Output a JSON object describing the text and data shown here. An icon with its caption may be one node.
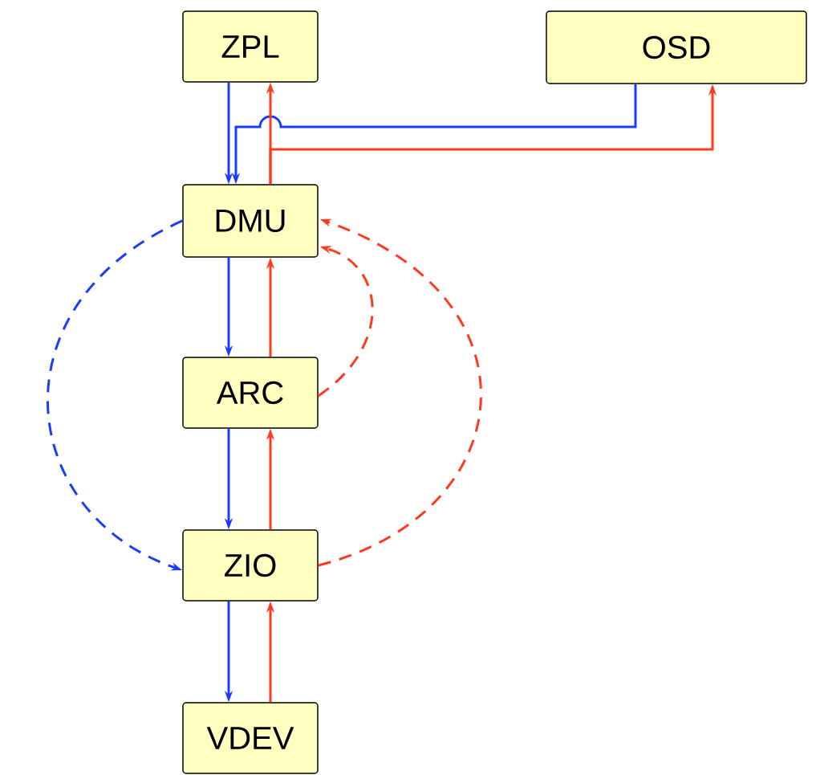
{
  "diagram": {
    "nodes": [
      {
        "text": [
          "ZPL"
        ]
      },
      {
        "text": [
          "OSD"
        ]
      },
      {
        "text": [
          "DMU"
        ]
      },
      {
        "text": [
          "ARC"
        ]
      },
      {
        "text": [
          "ZIO"
        ]
      },
      {
        "text": [
          "VDEV"
        ]
      }
    ],
    "edges": [
      {
        "from": 0,
        "to": 2,
        "arrow": "to",
        "color": "#1a3cff"
      },
      {
        "from": 1,
        "to": 2,
        "arrow": "to",
        "color": "#1a3cff"
      },
      {
        "from": 2,
        "to": 0,
        "arrow": "to",
        "color": "#ff3a1e"
      },
      {
        "from": 2,
        "to": 1,
        "arrow": "to",
        "color": "#ff3a1e"
      },
      {
        "from": 2,
        "to": 3,
        "arrow": "to",
        "color": "#1a3cff"
      },
      {
        "from": 3,
        "to": 2,
        "arrow": "to",
        "color": "#ff3a1e"
      },
      {
        "from": 2,
        "to": 4,
        "arrow": "to",
        "style": "dashed",
        "color": "#1a3cff"
      },
      {
        "from": 3,
        "to": 2,
        "arrow": "to",
        "style": "dashed",
        "color": "#ff3a1e"
      },
      {
        "from": 4,
        "to": 3,
        "arrow": "to",
        "color": "#ff3a1e"
      },
      {
        "from": 3,
        "to": 4,
        "arrow": "to",
        "color": "#1a3cff"
      },
      {
        "from": 4,
        "to": 2,
        "arrow": "to",
        "style": "dashed",
        "color": "#ff3a1e"
      },
      {
        "from": 4,
        "to": 5,
        "arrow": "to",
        "color": "#1a3cff"
      },
      {
        "from": 5,
        "to": 4,
        "arrow": "to",
        "color": "#ff3a1e"
      }
    ]
  }
}
